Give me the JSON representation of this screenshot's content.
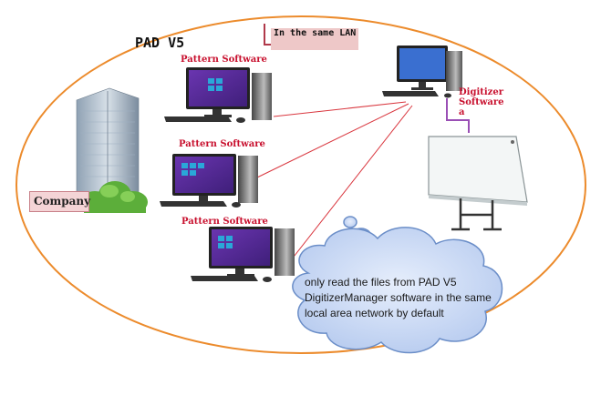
{
  "diagram": {
    "title": "PAD V5",
    "lan_label": "In the same LAN",
    "company_label": "Company",
    "pattern_labels": [
      "Pattern Software",
      "Pattern Software",
      "Pattern Software"
    ],
    "digitizer_label_lines": [
      "Digitizer",
      "Software",
      "a"
    ],
    "note_text": "only read the files from PAD V5 DigitizerManager software in the same local area network by default",
    "colors": {
      "ellipse": "#ec8b2c",
      "link_line": "#d9363e",
      "label_red": "#c8102e",
      "cloud_fill": "#c9d9f5",
      "cloud_stroke": "#6b8ec8",
      "lan_box": "#eec8c8",
      "company_box": "#f4d4d6",
      "screen": "#5b2a9c"
    },
    "icons": [
      "office-building-icon",
      "desktop-computer-icon",
      "digitizer-table-icon",
      "thought-cloud-icon"
    ]
  }
}
